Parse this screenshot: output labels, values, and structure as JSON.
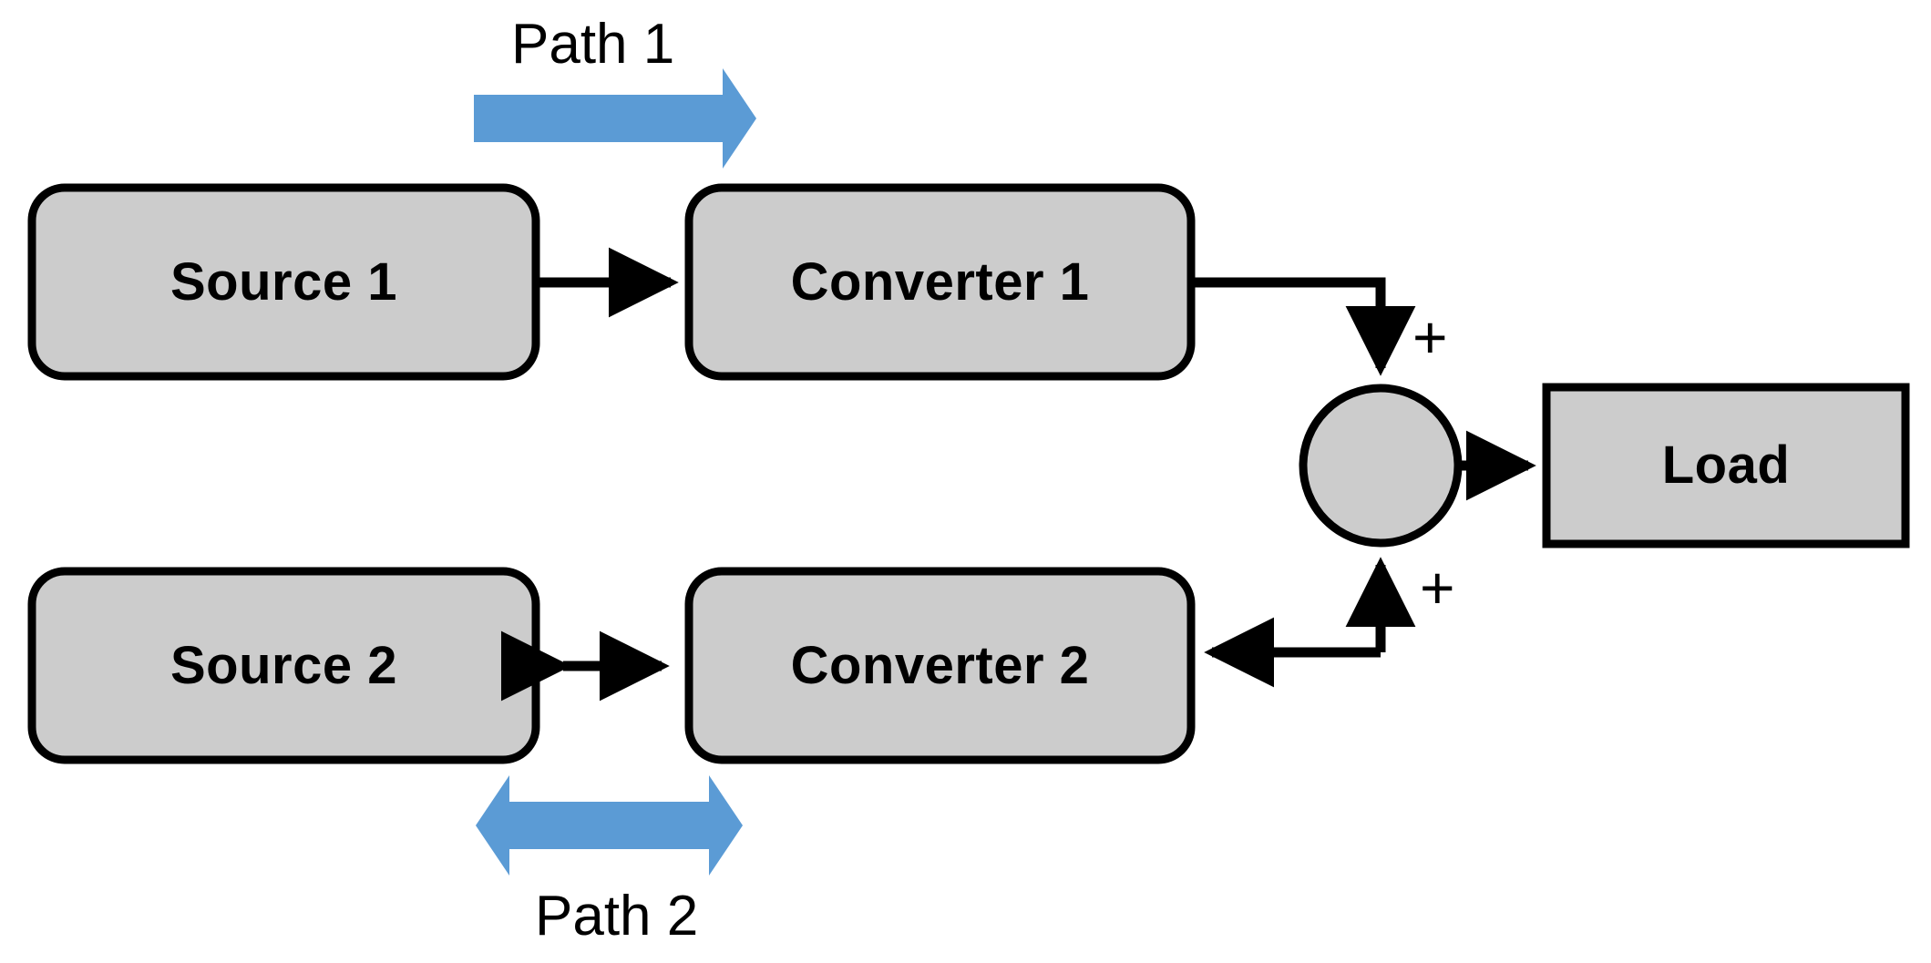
{
  "diagram": {
    "title": "Dual-source power conversion block diagram",
    "colors": {
      "node_fill": "#cccccc",
      "node_stroke": "#000000",
      "arrow_black": "#000000",
      "path_arrow_blue": "#5B9BD5",
      "background": "#ffffff"
    },
    "nodes": [
      {
        "id": "source1",
        "label": "Source 1",
        "shape": "rounded-rectangle"
      },
      {
        "id": "converter1",
        "label": "Converter 1",
        "shape": "rounded-rectangle"
      },
      {
        "id": "source2",
        "label": "Source 2",
        "shape": "rounded-rectangle"
      },
      {
        "id": "converter2",
        "label": "Converter 2",
        "shape": "rounded-rectangle"
      },
      {
        "id": "summing",
        "label": "",
        "shape": "circle"
      },
      {
        "id": "load",
        "label": "Load",
        "shape": "rectangle"
      }
    ],
    "signs": [
      {
        "id": "plus-top",
        "label": "+"
      },
      {
        "id": "plus-bottom",
        "label": "+"
      }
    ],
    "path_labels": [
      {
        "id": "path1",
        "label": "Path 1",
        "arrow": "single-right"
      },
      {
        "id": "path2",
        "label": "Path 2",
        "arrow": "double-horizontal"
      }
    ],
    "connections": [
      {
        "from": "source1",
        "to": "converter1",
        "type": "arrow-right"
      },
      {
        "from": "converter1",
        "to": "summing",
        "type": "elbow-arrow-down"
      },
      {
        "from": "summing",
        "to": "load",
        "type": "arrow-right"
      },
      {
        "from": "source2",
        "to": "converter2",
        "type": "double-arrow"
      },
      {
        "from": "converter2",
        "to": "summing",
        "type": "elbow-double-arrow"
      }
    ]
  }
}
